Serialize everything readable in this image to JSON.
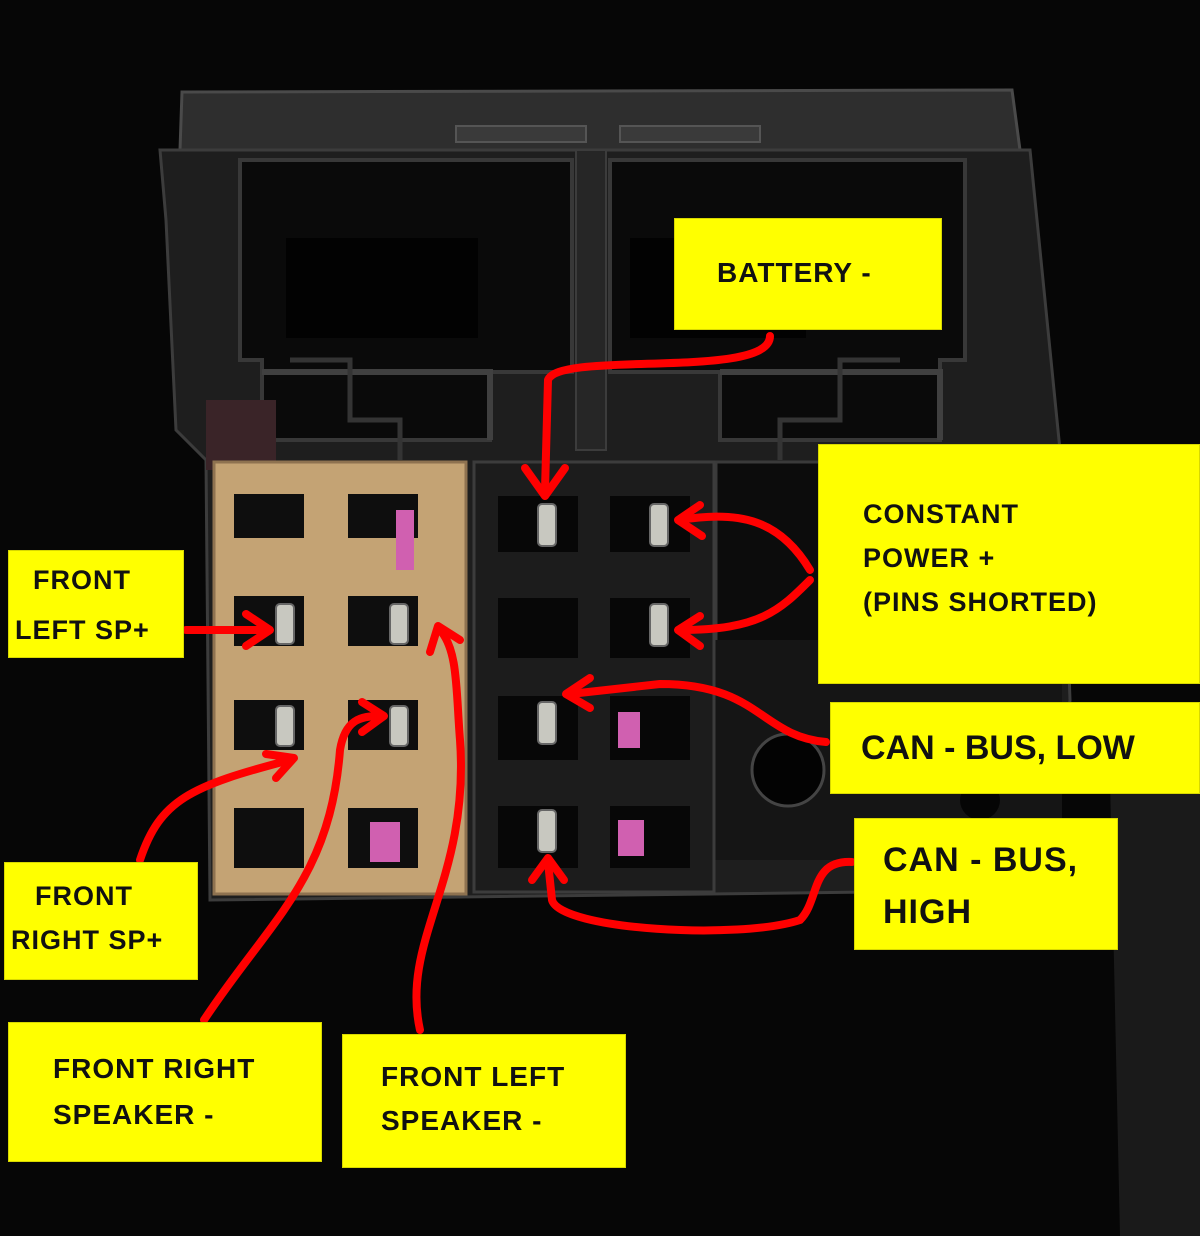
{
  "labels": {
    "battery": "BATTERY -",
    "constant_power": [
      "CONSTANT",
      "POWER +",
      "(PINS SHORTED)"
    ],
    "can_low": "CAN - BUS, LOW",
    "can_high": [
      "CAN - BUS,",
      "HIGH"
    ],
    "front_left_sp_plus": [
      "FRONT",
      "LEFT SP+"
    ],
    "front_right_sp_plus": [
      "FRONT",
      "RIGHT SP+"
    ],
    "front_right_speaker_minus": [
      "FRONT RIGHT",
      "SPEAKER -"
    ],
    "front_left_speaker_minus": [
      "FRONT LEFT",
      "SPEAKER -"
    ]
  },
  "colors": {
    "label_background": "#ffff00",
    "label_text": "#111111",
    "arrow": "#ff0000",
    "connector_left_block": "#c4a374",
    "connector_right_block": "#1c1c1c",
    "housing": "#202020",
    "pins": "#c8c8c0",
    "pink_seals": "#e070c8"
  }
}
